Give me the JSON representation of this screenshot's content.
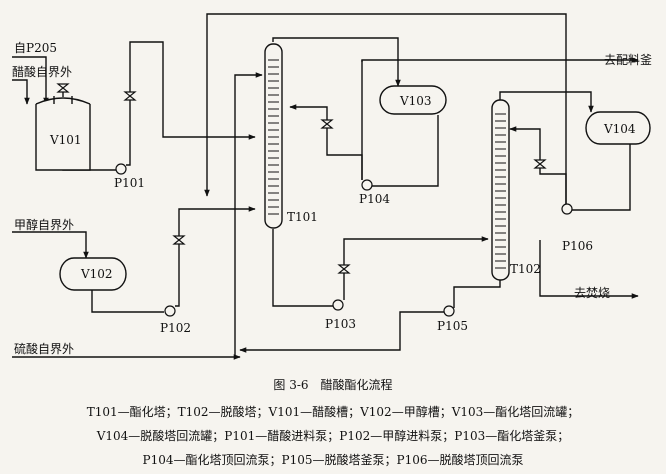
{
  "labels": {
    "from_p205": "自P205",
    "acetic_acid_in": "醋酸自界外",
    "methanol_in": "甲醇自界外",
    "sulfuric_acid_in": "硫酸自界外",
    "to_blending_kettle": "去配料釜",
    "to_incineration": "去焚烧"
  },
  "equipment": {
    "v101": "V101",
    "v102": "V102",
    "v103": "V103",
    "v104": "V104",
    "t101": "T101",
    "t102": "T102",
    "p101": "P101",
    "p102": "P102",
    "p103": "P103",
    "p104": "P104",
    "p105": "P105",
    "p106": "P106"
  },
  "caption": {
    "title": "图 3-6　醋酸酯化流程",
    "legend_line1": "T101—酯化塔；T102—脱酸塔；V101—醋酸槽；V102—甲醇槽；V103—酯化塔回流罐；",
    "legend_line2": "V104—脱酸塔回流罐；P101—醋酸进料泵；P102—甲醇进料泵；P103—酯化塔釜泵；",
    "legend_line3": "P104—酯化塔顶回流泵；P105—脱酸塔釜泵；P106—脱酸塔顶回流泵"
  }
}
